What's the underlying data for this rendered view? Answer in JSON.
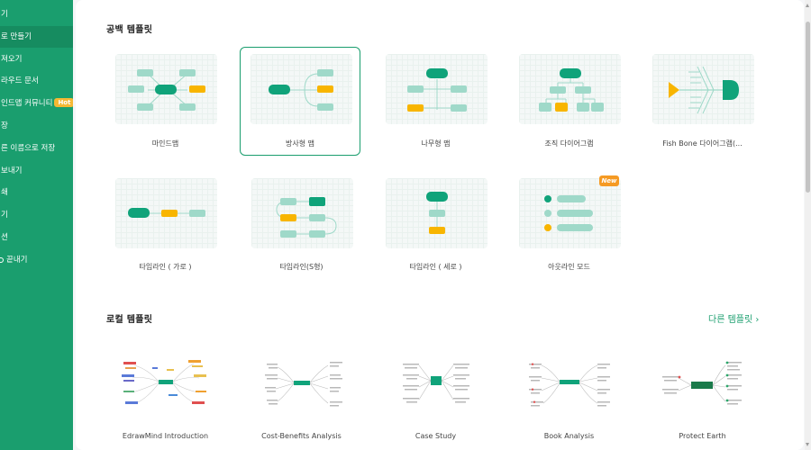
{
  "sidebar": {
    "items": [
      {
        "label": "기",
        "active": false
      },
      {
        "label": "로 만들기",
        "active": true
      },
      {
        "label": "져오기",
        "active": false
      },
      {
        "label": "라우드 문서",
        "active": false
      },
      {
        "label": "인드맵 커뮤니티",
        "active": false,
        "badge": "hot"
      },
      {
        "label": "장",
        "active": false
      },
      {
        "label": "른 이름으로 저장",
        "active": false
      },
      {
        "label": "보내기",
        "active": false
      },
      {
        "label": "쇄",
        "active": false
      },
      {
        "label": "기",
        "active": false
      },
      {
        "label": "션",
        "active": false
      },
      {
        "label": "끝내기",
        "active": false
      }
    ]
  },
  "blank_section": {
    "title": "공백 템플릿",
    "cards": [
      {
        "label": "마인드맵",
        "selected": false
      },
      {
        "label": "방사형 맵",
        "selected": true
      },
      {
        "label": "나무형 맵",
        "selected": false
      },
      {
        "label": "조직 다이어그램",
        "selected": false
      },
      {
        "label": "Fish Bone 다이어그램(...",
        "selected": false
      },
      {
        "label": "타임라인 ( 가로 )",
        "selected": false
      },
      {
        "label": "타임라인(S형)",
        "selected": false
      },
      {
        "label": "타임라인 ( 세로 )",
        "selected": false
      },
      {
        "label": "아웃라인 모드",
        "selected": false,
        "badge": "New"
      }
    ]
  },
  "local_section": {
    "title": "로컬 템플릿",
    "more_label": "다른 템플릿 ›",
    "cards": [
      {
        "label": "EdrawMind Introduction"
      },
      {
        "label": "Cost-Benefits Analysis"
      },
      {
        "label": "Case Study"
      },
      {
        "label": "Book Analysis"
      },
      {
        "label": "Protect Earth"
      }
    ]
  },
  "colors": {
    "accent": "#1a9e6e",
    "node_green": "#10a37a",
    "node_light": "#9fd9c9",
    "node_yellow": "#f8b500",
    "badge_orange": "#f59a23"
  },
  "icons": {
    "hot_badge": "hot-badge",
    "exit": "exit-icon"
  }
}
